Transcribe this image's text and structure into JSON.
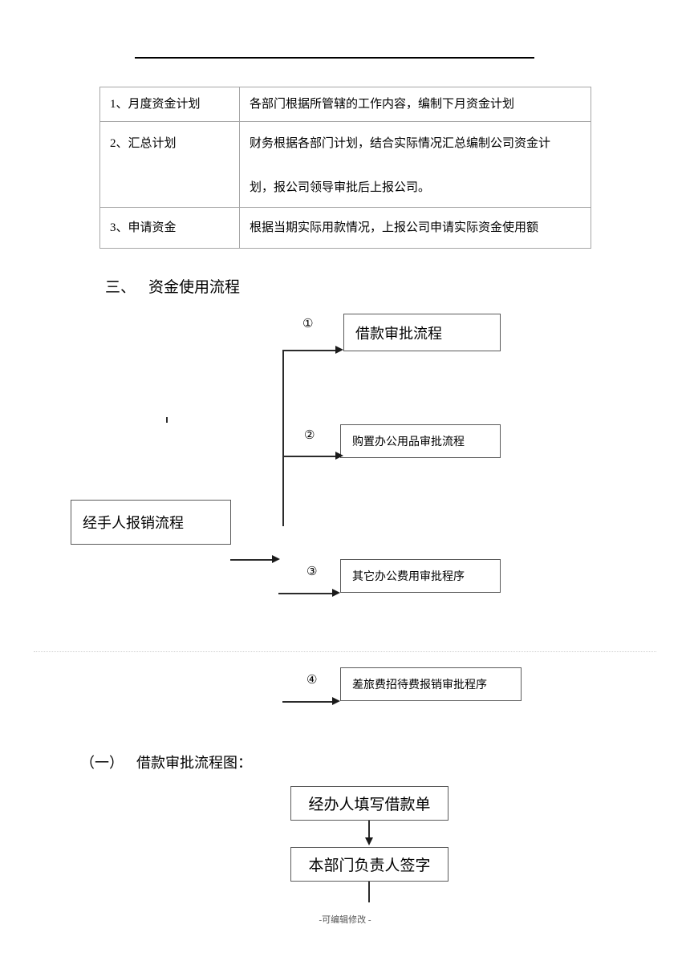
{
  "document": {
    "footer_note": "-可编辑修改 -"
  },
  "table": {
    "rows": [
      {
        "label": "1、月度资金计划",
        "desc": "各部门根据所管辖的工作内容，编制下月资金计划",
        "desc_line2": ""
      },
      {
        "label": "2、汇总计划",
        "desc": "财务根据各部门计划，结合实际情况汇总编制公司资金计",
        "desc_line2": "划，报公司领导审批后上报公司。"
      },
      {
        "label": "3、申请资金",
        "desc": "根据当期实际用款情况，上报公司申请实际资金使用额",
        "desc_line2": ""
      }
    ]
  },
  "section_fund_usage": {
    "number": "三、",
    "title": "资金使用流程",
    "source_box": "经手人报销流程",
    "branches": [
      {
        "marker": "①",
        "label": "借款审批流程"
      },
      {
        "marker": "②",
        "label": "购置办公用品审批流程"
      },
      {
        "marker": "③",
        "label": "其它办公费用审批程序"
      },
      {
        "marker": "④",
        "label": "差旅费招待费报销审批程序"
      }
    ]
  },
  "section_loan_flow": {
    "number": "（一）",
    "title": "借款审批流程图：",
    "steps": [
      {
        "label": "经办人填写借款单"
      },
      {
        "label": "本部门负责人签字"
      }
    ]
  }
}
